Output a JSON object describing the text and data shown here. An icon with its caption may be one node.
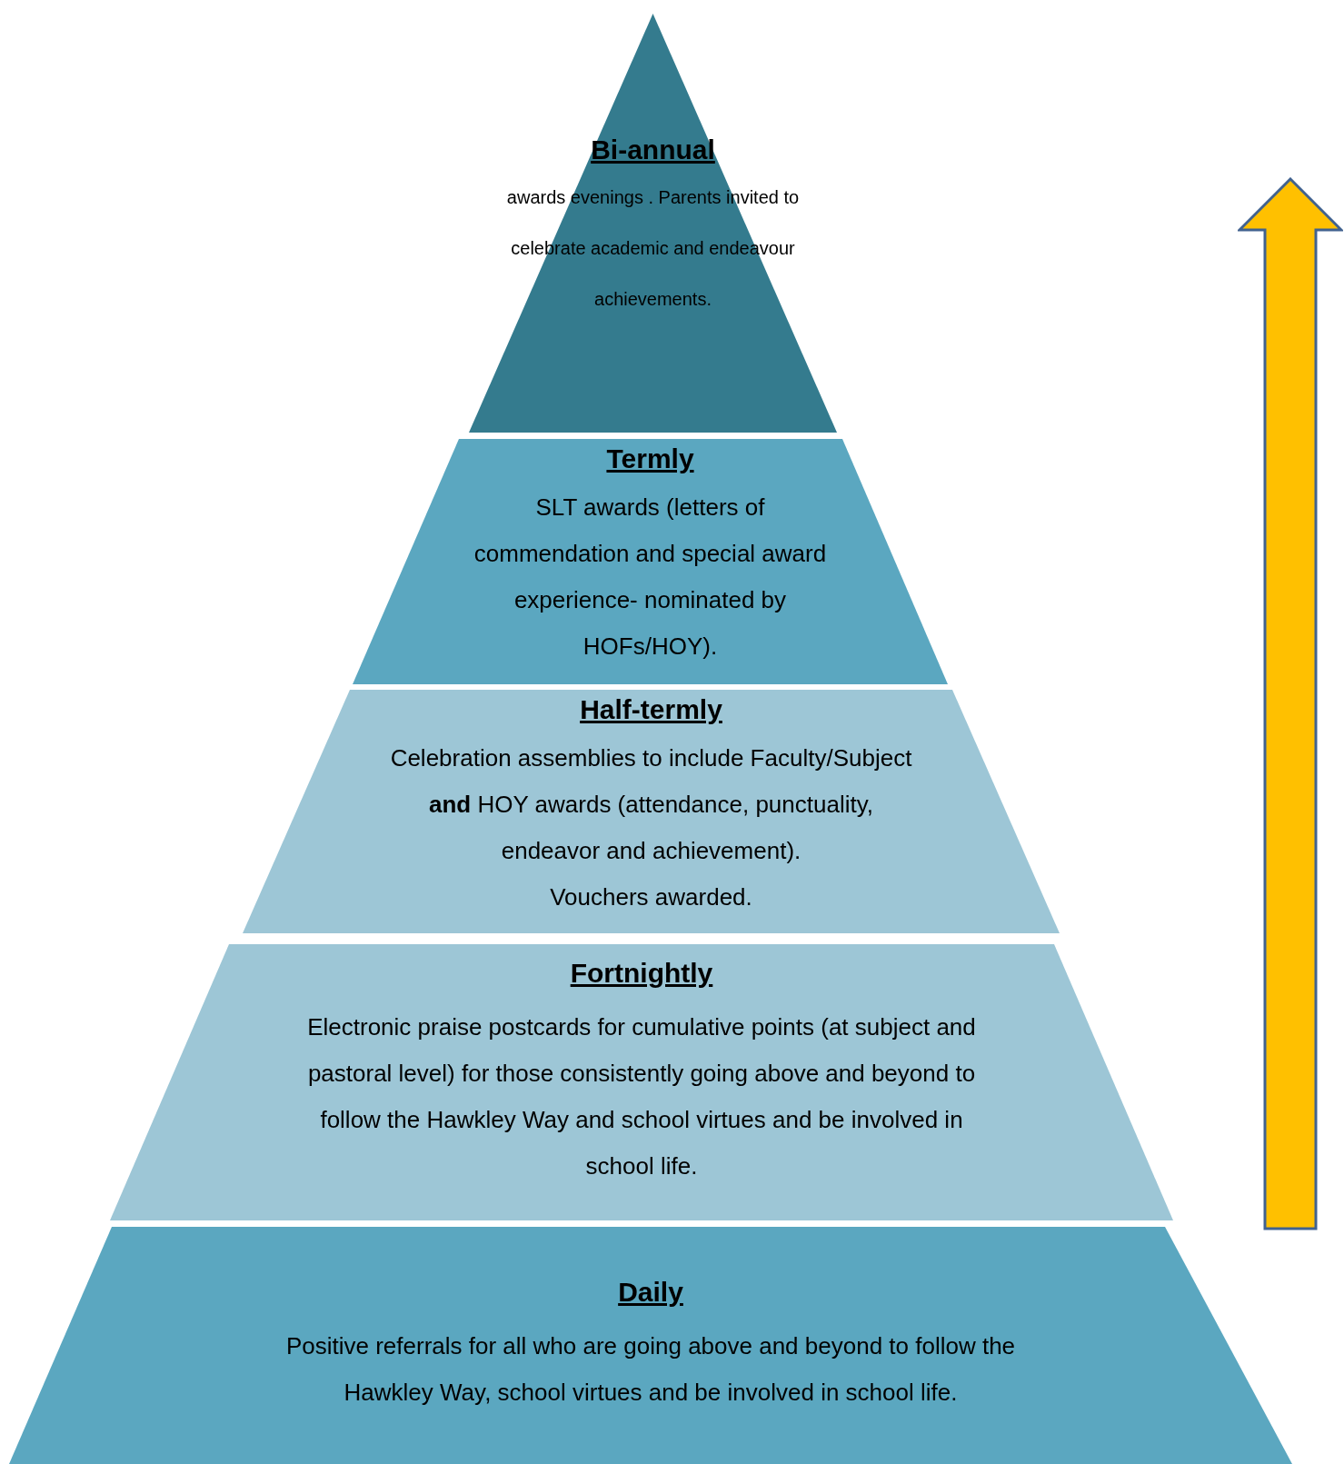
{
  "diagram": {
    "nodes": [
      {
        "text": [
          "Bi-annual",
          "awards evenings . Parents invited to celebrate academic and endeavour achievements."
        ]
      },
      {
        "text": [
          "Termly",
          "SLT awards (letters of commendation and special award experience- nominated by HOFs/HOY)."
        ]
      },
      {
        "text": [
          "Half-termly",
          "Celebration assemblies to include Faculty/Subject **and** HOY awards (attendance, punctuality, endeavor and achievement).",
          "Vouchers awarded."
        ]
      },
      {
        "text": [
          "Fortnightly",
          "Electronic praise postcards for cumulative points (at subject and pastoral level) for those consistently going above and beyond to follow the Hawkley Way and school virtues and be involved in school life."
        ]
      },
      {
        "text": [
          "Daily",
          "Positive referrals for all who are going above and beyond to follow the Hawkley Way, school virtues and be involved in school life."
        ]
      }
    ]
  }
}
